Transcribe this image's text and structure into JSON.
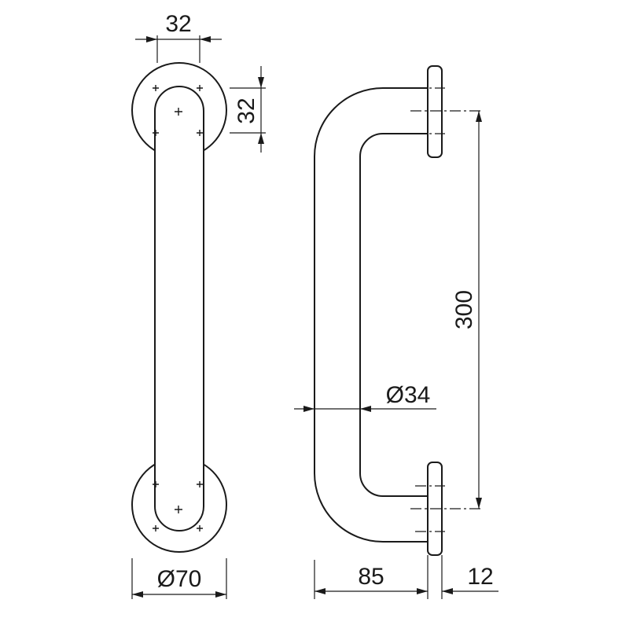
{
  "dimensions": {
    "hole_spacing_width": "32",
    "hole_spacing_height": "32",
    "rose_diameter": "Ø70",
    "tube_diameter": "Ø34",
    "center_distance": "300",
    "projection": "85",
    "rose_thickness": "12"
  }
}
